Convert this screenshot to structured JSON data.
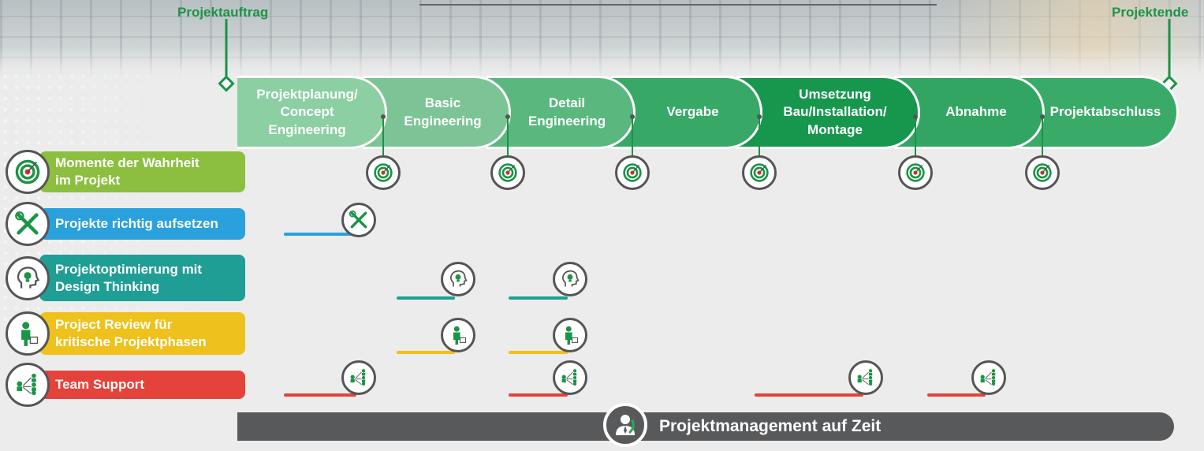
{
  "milestones": {
    "start": "Projektauftrag",
    "end": "Projektende"
  },
  "phases": [
    {
      "label": "Projektplanung/\nConcept\nEngineering",
      "color": "#8ccfa3"
    },
    {
      "label": "Basic\nEngineering",
      "color": "#7cc495"
    },
    {
      "label": "Detail\nEngineering",
      "color": "#5ab87f"
    },
    {
      "label": "Vergabe",
      "color": "#37a866"
    },
    {
      "label": "Umsetzung\nBau/Installation/\nMontage",
      "color": "#17974e"
    },
    {
      "label": "Abnahme",
      "color": "#32a563"
    },
    {
      "label": "Projektabschluss",
      "color": "#3aaa69"
    }
  ],
  "categories": [
    {
      "label": "Momente der Wahrheit\nim Projekt",
      "color": "#8cbf3f",
      "icon": "target-icon"
    },
    {
      "label": "Projekte richtig aufsetzen",
      "color": "#2aa1dc",
      "icon": "tools-icon"
    },
    {
      "label": "Projektoptimierung mit\nDesign Thinking",
      "color": "#1e9e95",
      "icon": "idea-head-icon"
    },
    {
      "label": "Project Review für\nkritische Projektphasen",
      "color": "#eec11c",
      "icon": "reviewer-icon"
    },
    {
      "label": "Team Support",
      "color": "#e5423b",
      "icon": "team-icon"
    }
  ],
  "footer": {
    "label": "Projektmanagement auf Zeit",
    "icon": "manager-icon"
  },
  "colors": {
    "accent_green": "#1a9446",
    "dark_grey": "#58595b"
  }
}
